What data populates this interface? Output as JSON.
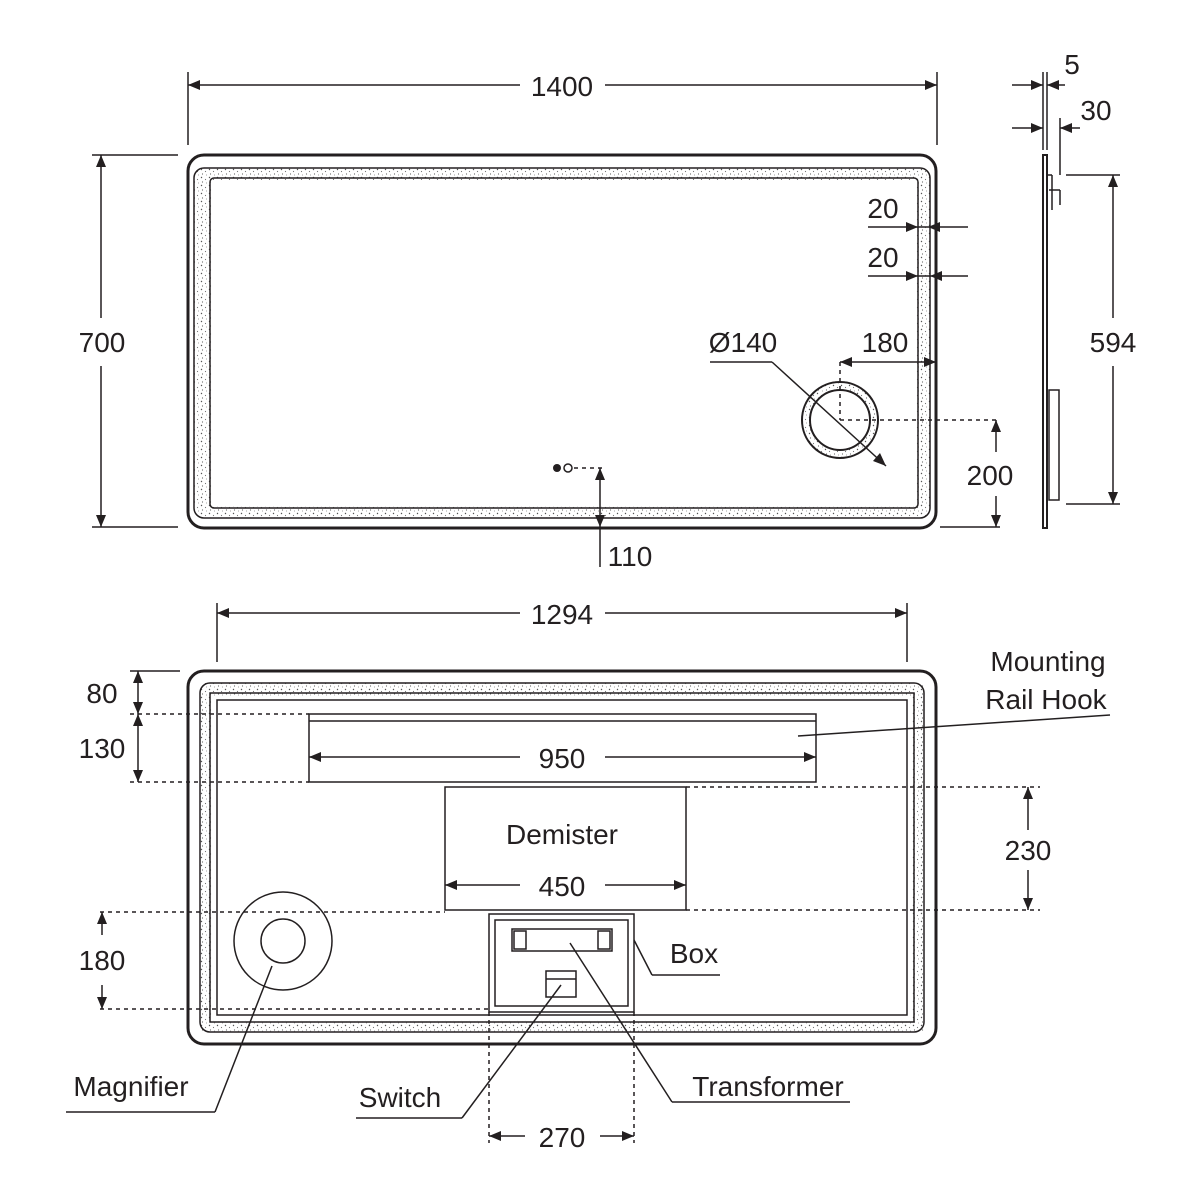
{
  "front_view": {
    "width": "1400",
    "height": "700",
    "frame_inner": "20",
    "frame_outer": "20",
    "magnifier_diameter": "Ø140",
    "magnifier_offset_right": "180",
    "magnifier_offset_bottom": "200",
    "switch_offset_bottom": "110"
  },
  "side_view": {
    "glass_thickness": "5",
    "depth": "30",
    "rail_height": "594"
  },
  "rear_view": {
    "inner_width": "1294",
    "rail_top_offset": "80",
    "rail_height": "130",
    "rail_length": "950",
    "demister_height": "230",
    "demister_width": "450",
    "magnifier_offset": "180",
    "box_width": "270"
  },
  "labels": {
    "mounting_rail_hook_line1": "Mounting",
    "mounting_rail_hook_line2": "Rail Hook",
    "demister": "Demister",
    "box": "Box",
    "magnifier": "Magnifier",
    "switch": "Switch",
    "transformer": "Transformer"
  }
}
